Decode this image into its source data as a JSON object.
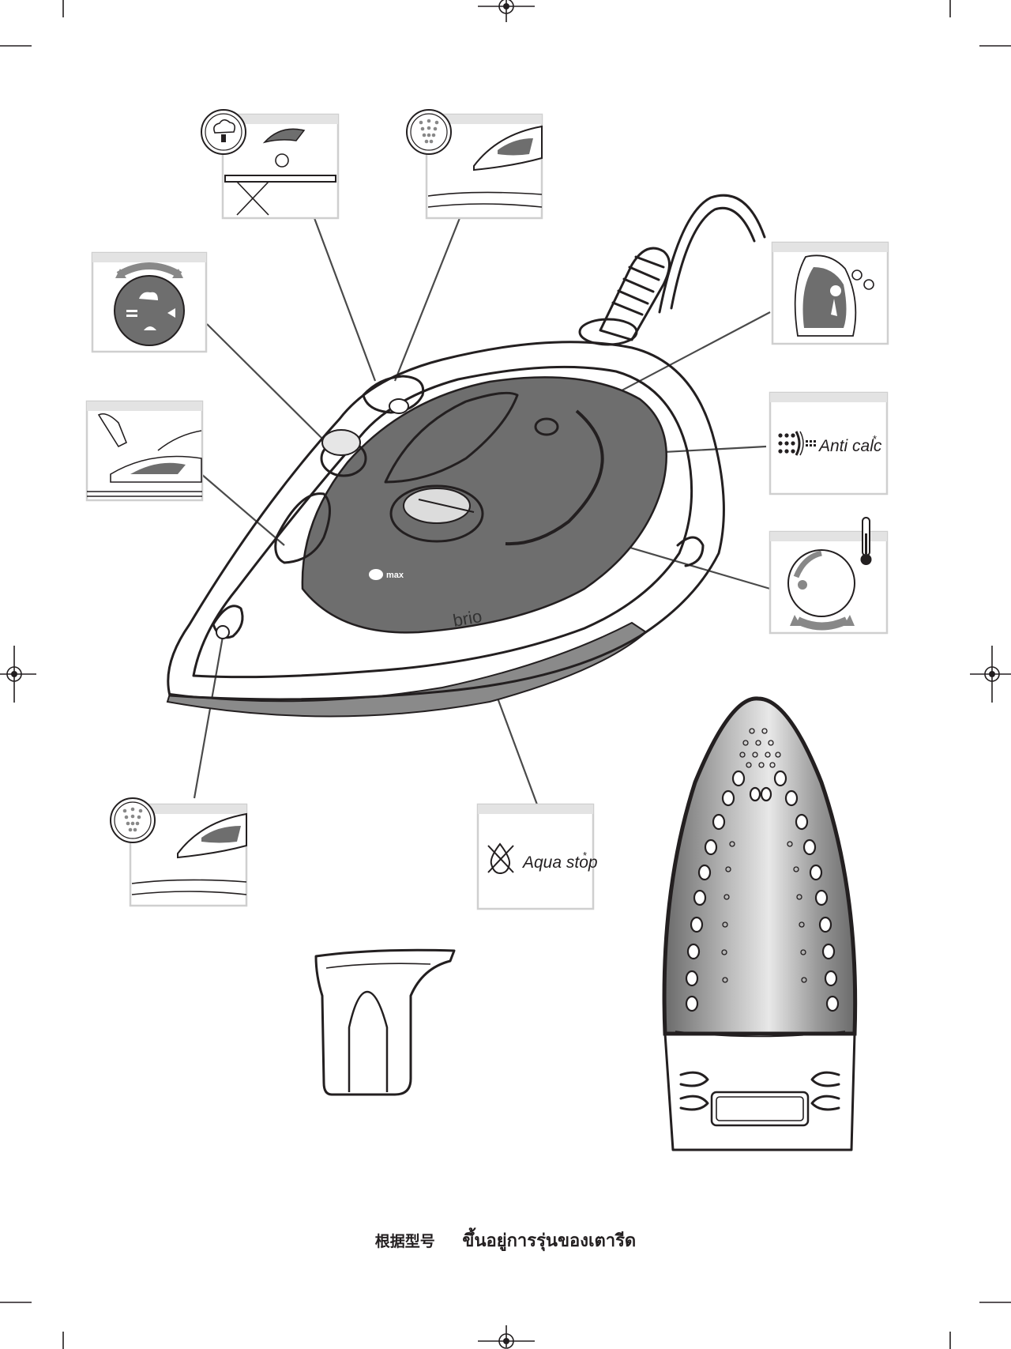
{
  "labels": {
    "anti_calc": "Anti calc",
    "anti_calc_mark": "*",
    "aqua_stop": "Aqua stop",
    "aqua_stop_mark": "*",
    "brand": "brio",
    "max_mark": "max"
  },
  "caption": {
    "chinese": "根据型号",
    "thai": "ขึ้นอยู่การรุ่นของเตารีด"
  },
  "icons": [
    "registration-mark-icon",
    "steam-burst-icon",
    "spray-icon",
    "steam-dial-icon",
    "thermometer-icon",
    "anti-calc-icon",
    "aqua-stop-icon"
  ],
  "colors": {
    "ink": "#231f20",
    "tank": "#6e6e6e",
    "panel_bar": "#e3e3e3",
    "soleplate": "#8a8a8a"
  }
}
